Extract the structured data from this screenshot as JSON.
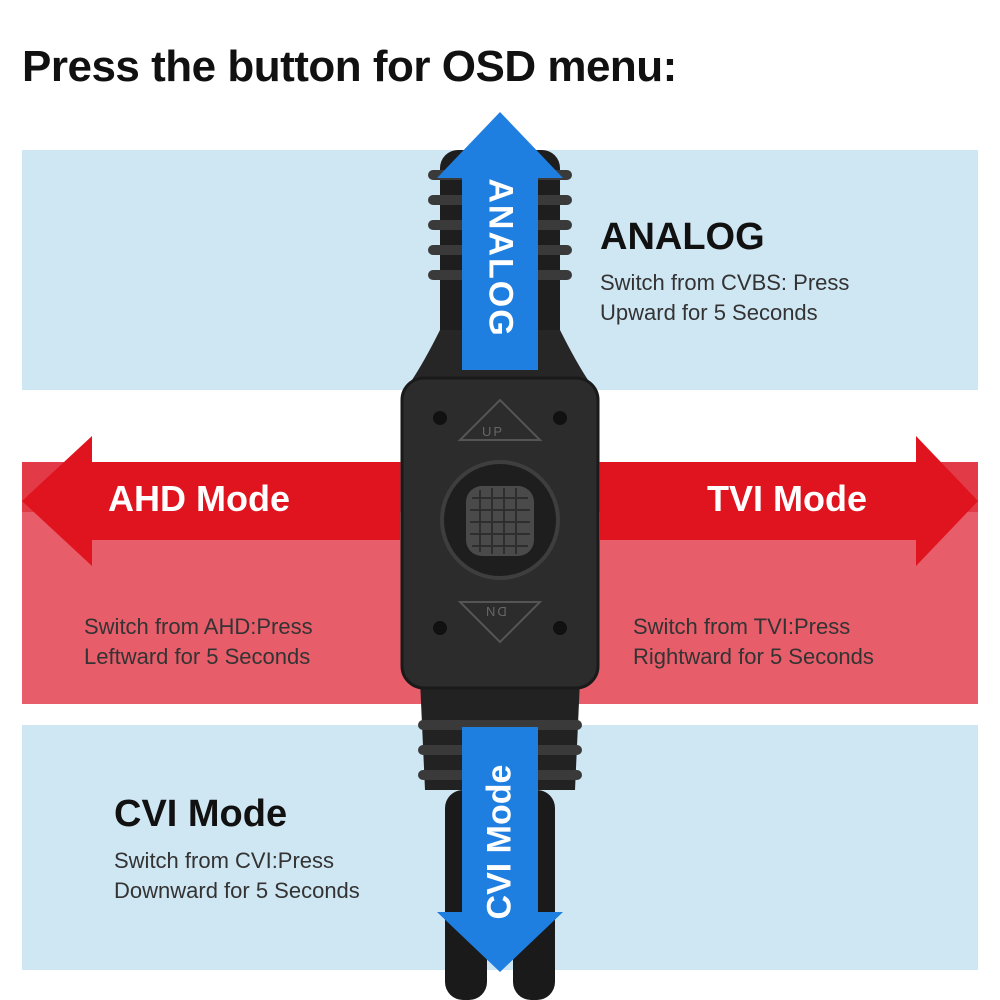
{
  "title": "Press the button for OSD menu:",
  "modes": {
    "analog": {
      "heading": "ANALOG",
      "desc_line1": "Switch from CVBS: Press",
      "desc_line2": "Upward for 5 Seconds",
      "arrow_label": "ANALOG"
    },
    "ahd": {
      "arrow_label": "AHD Mode",
      "desc_line1": "Switch from AHD:Press",
      "desc_line2": "Leftward for 5 Seconds"
    },
    "tvi": {
      "arrow_label": "TVI Mode",
      "desc_line1": "Switch from TVI:Press",
      "desc_line2": "Rightward for 5 Seconds"
    },
    "cvi": {
      "heading": "CVI Mode",
      "desc_line1": "Switch from CVI:Press",
      "desc_line2": "Downward for 5 Seconds",
      "arrow_label": "CVI Mode"
    }
  },
  "button": {
    "up_label": "UP",
    "down_label": "DN"
  },
  "colors": {
    "band_blue": "#cfe6f3",
    "band_red": "#e85d6a",
    "arrow_red": "#e0141e",
    "arrow_blue": "#1f7fe0",
    "housing": "#2a2a2a"
  }
}
